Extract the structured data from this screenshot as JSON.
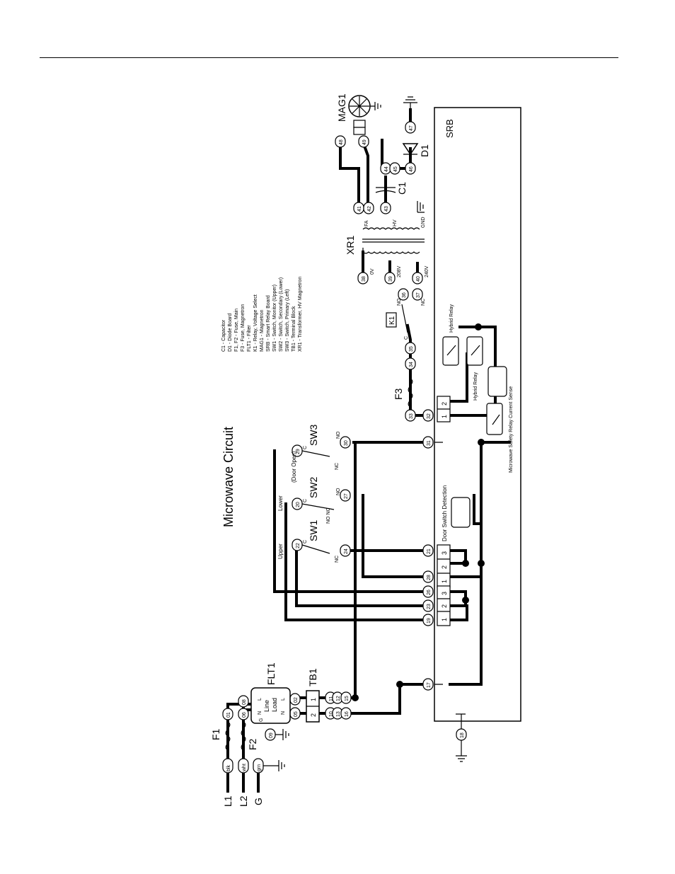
{
  "title": "Microwave Circuit",
  "legend": [
    "C1 - Capacitor",
    "D1 - Diode Board",
    "F1, F2 - Fuse, Main",
    "F3 - Fuse, Magnetron",
    "FLT1 - Filter",
    "K1 - Relay, Voltage Select",
    "MAG1 - Magnetron",
    "SRB - Smart Relay Board",
    "SW1 - Switch, Monitor (Upper)",
    "SW2 - Switch, Secondary (Lower)",
    "SW3 - Switch, Primary (Left)",
    "TB1 - Terminal Block",
    "XR1 - Transformer, HV Magnetron"
  ],
  "components": {
    "srb": "SRB",
    "xr1": "XR1",
    "mag1": "MAG1",
    "c1": "C1",
    "d1": "D1",
    "k1": "K1",
    "f1": "F1",
    "f2": "F2",
    "f3": "F3",
    "flt1": "FLT1",
    "tb1": "TB1",
    "sw1": "SW1",
    "sw2": "SW2",
    "sw3": "SW3"
  },
  "inputs": {
    "l1": "L1",
    "l2": "L2",
    "g": "G"
  },
  "labels": {
    "upper": "Upper",
    "lower": "Lower",
    "door_open": "(Door Open)",
    "door_switch_detection": "Door Switch Detection",
    "safety_relay": "Microwave Safety Relay Current Sense",
    "hybrid_relay_1": "Hybrid Relay",
    "hybrid_relay_2": "Hybrid Relay",
    "flt_line": "Line",
    "flt_load": "Load",
    "flt_l": "L",
    "flt_n": "N",
    "flt_g": "G",
    "no": "NO",
    "nc": "NC",
    "c": "C",
    "no_nc": "NO NC",
    "v0": "0V",
    "v208": "208V",
    "v240": "240V",
    "hv": "HV",
    "gnd": "GND",
    "fa": "FA"
  },
  "wire_tags": {
    "blk": "blk",
    "wht": "wht",
    "grn": "grn",
    "n01": "01",
    "n06": "06",
    "n08": "08",
    "n02": "02",
    "n09": "09",
    "n11": "11",
    "n12": "12",
    "n15": "15",
    "n05": "05",
    "n10": "10",
    "n13": "13",
    "n16": "16",
    "n17": "17",
    "n18": "18",
    "n19": "19",
    "n20": "20",
    "n21": "21",
    "n22": "22",
    "n23": "23",
    "n24": "24",
    "n26": "26",
    "n27": "27",
    "n28": "28",
    "n29": "29",
    "n30": "30",
    "n31": "31",
    "n32": "32",
    "n33": "33",
    "n34": "34",
    "n35": "35",
    "n36": "36",
    "n37": "37",
    "n38": "38",
    "n39": "39",
    "n40": "40",
    "n41": "41",
    "n42": "42",
    "n43": "43",
    "n44": "44",
    "n45": "45",
    "n46": "46",
    "n47": "47",
    "n48": "48",
    "n49": "49"
  },
  "terminals": [
    "1",
    "2",
    "3"
  ],
  "tb_terminals": [
    "1",
    "2"
  ]
}
